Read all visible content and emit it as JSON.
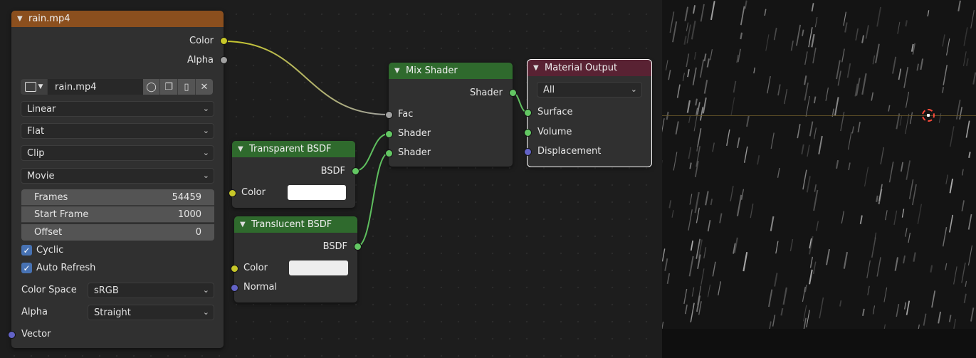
{
  "image_node": {
    "title": "rain.mp4",
    "outputs": [
      "Color",
      "Alpha"
    ],
    "image_name": "rain.mp4",
    "interpolation": "Linear",
    "projection": "Flat",
    "extension": "Clip",
    "source": "Movie",
    "frames_label": "Frames",
    "frames_value": "54459",
    "start_label": "Start Frame",
    "start_value": "1000",
    "offset_label": "Offset",
    "offset_value": "0",
    "cyclic_label": "Cyclic",
    "auto_refresh_label": "Auto Refresh",
    "colorspace_label": "Color Space",
    "colorspace_value": "sRGB",
    "alpha_label": "Alpha",
    "alpha_value": "Straight",
    "vector_label": "Vector"
  },
  "transparent_node": {
    "title": "Transparent BSDF",
    "output": "BSDF",
    "color_label": "Color"
  },
  "translucent_node": {
    "title": "Translucent BSDF",
    "output": "BSDF",
    "color_label": "Color",
    "normal_label": "Normal"
  },
  "mix_node": {
    "title": "Mix Shader",
    "output": "Shader",
    "fac_label": "Fac",
    "shader1_label": "Shader",
    "shader2_label": "Shader"
  },
  "output_node": {
    "title": "Material Output",
    "target": "All",
    "surface_label": "Surface",
    "volume_label": "Volume",
    "displacement_label": "Displacement"
  },
  "icons": {
    "image": "image-icon",
    "shield": "fake-user-shield-icon",
    "duplicate": "duplicate-icon",
    "folder": "folder-icon",
    "close": "close-icon"
  },
  "colors": {
    "image_header": "#8b4f1e",
    "shader_header": "#2f6a2d",
    "output_header": "#592233",
    "socket_color": "#c7c729",
    "socket_shader": "#63c763",
    "socket_float": "#a1a1a1",
    "socket_vector": "#6363c7"
  }
}
